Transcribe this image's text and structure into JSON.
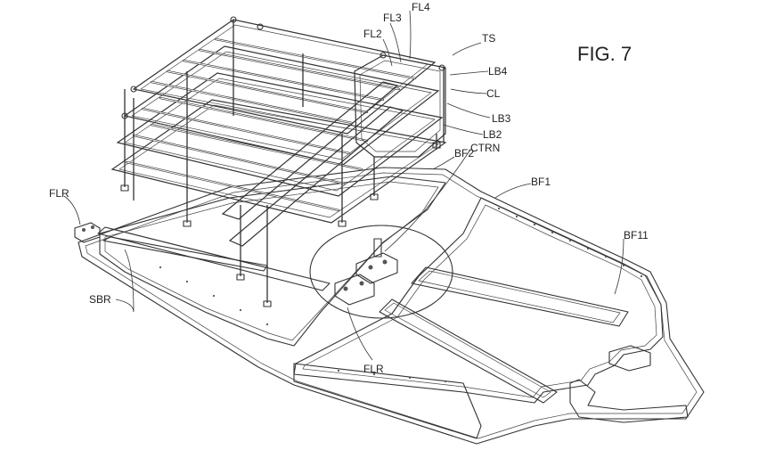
{
  "figure": {
    "title": "FIG. 7",
    "labels": {
      "fl4": "FL4",
      "fl3": "FL3",
      "fl2": "FL2",
      "ts": "TS",
      "lb4": "LB4",
      "cl": "CL",
      "lb3": "LB3",
      "lb2": "LB2",
      "ctrn": "CTRN",
      "bf2": "BF2",
      "bf1": "BF1",
      "bf11": "BF11",
      "flr_left": "FLR",
      "sbr": "SBR",
      "flr_bottom": "FLR"
    }
  }
}
